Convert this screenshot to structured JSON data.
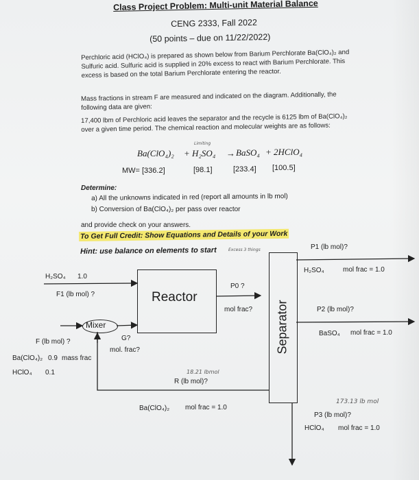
{
  "header": {
    "title": "Class Project Problem: Multi-unit Material Balance",
    "course": "CENG 2333, Fall 2022",
    "points": "(50 points – due on 11/22/2022)"
  },
  "intro": {
    "p1": "Perchloric acid (HClO₄) is prepared as shown below from Barium Perchlorate Ba(ClO₄)₂ and Sulfuric acid. Sulfuric acid is supplied in 20% excess to react with Barium Perchlorate. This excess is based on the total Barium Perchlorate entering the reactor.",
    "p2": "Mass fractions in stream F are measured and indicated on the diagram. Additionally, the following data are given:",
    "p3": "17,400 lbm of Perchloric acid leaves the separator and the recycle is 6125 lbm of Ba(ClO₄)₂ over a given time period. The chemical reaction and molecular weights are as follows:"
  },
  "reaction": {
    "r1": "Ba(ClO₄)₂",
    "r2": "+ H₂SO₄",
    "arrow": "→",
    "p1": "BaSO₄",
    "p2": "+ 2HClO₄",
    "mw_label": "MW=",
    "mw1": "[336.2]",
    "mw2": "[98.1]",
    "mw3": "[233.4]",
    "mw4": "[100.5]",
    "annot_above": "Limiting"
  },
  "determine": {
    "heading": "Determine:",
    "a": "a)  All the unknowns indicated in red (report all amounts in lb mol)",
    "b": "b)  Conversion of Ba(ClO₄)₂ per pass over reactor",
    "check": "and provide check on your answers.",
    "credit": "To Get Full Credit: Show Equations and Details of your Work",
    "hint": "Hint: use balance on elements to start",
    "hint_annot": "Excess  3 things"
  },
  "diagram": {
    "h2so4_label": "H₂SO₄",
    "h2so4_val": "1.0",
    "f1": "F1 (lb mol) ?",
    "reactor": "Reactor",
    "p0": "P0 ?",
    "molfrac_q": "mol frac?",
    "separator": "Separator",
    "mixer": "Mixer",
    "f": "F (lb mol) ?",
    "g": "G?",
    "g_frac": "mol. frac?",
    "f_ba": "Ba(ClO₄)₂",
    "f_ba_val": "0.9",
    "f_ba_unit": "mass frac",
    "f_hclo4": "HClO₄",
    "f_hclo4_val": "0.1",
    "r_hand": "18.21 lbmol",
    "r": "R (lb mol)?",
    "r_comp": "Ba(ClO₄)₂",
    "r_frac": "mol frac = 1.0",
    "p1": "P1 (lb mol)?",
    "p1_comp": "H₂SO₄",
    "p1_frac": "mol frac = 1.0",
    "p2": "P2 (lb mol)?",
    "p2_comp": "BaSO₄",
    "p2_frac": "mol frac = 1.0",
    "p3_hand": "173.13 lb mol",
    "p3": "P3 (lb mol)?",
    "p3_comp": "HClO₄",
    "p3_frac": "mol frac = 1.0"
  }
}
